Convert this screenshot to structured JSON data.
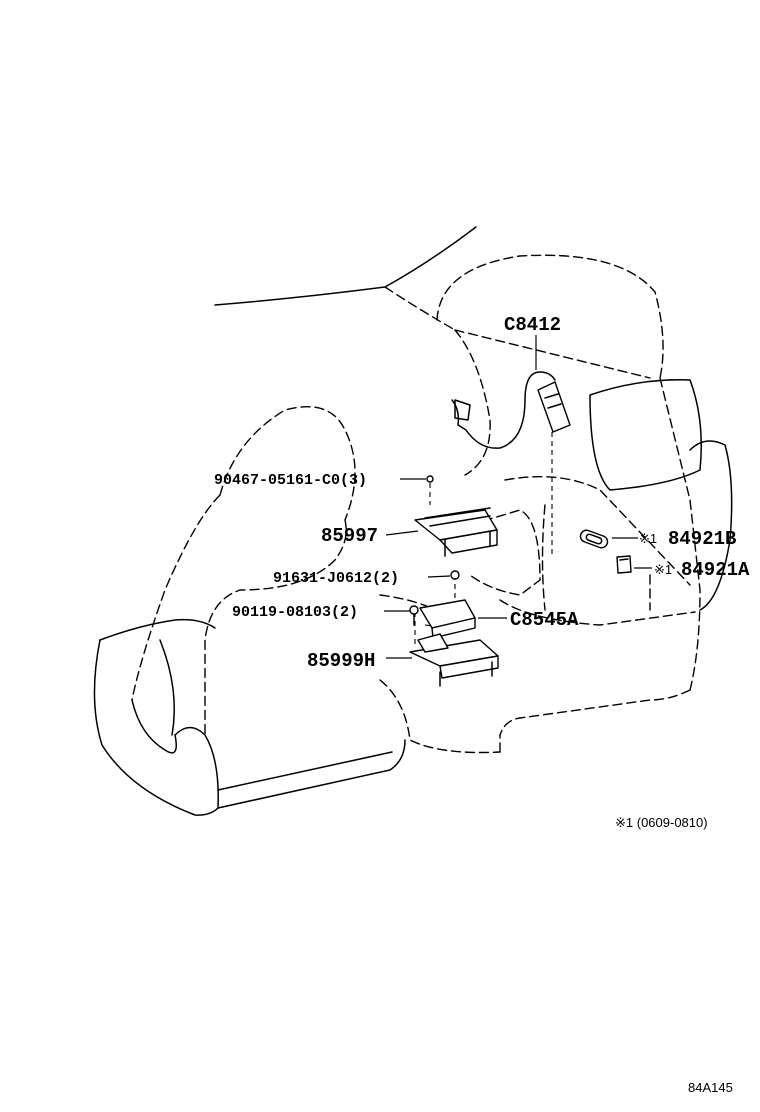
{
  "labels": {
    "c8412": "C8412",
    "bolt_90467": "90467-05161-C0(3)",
    "bracket_85997": "85997",
    "screw_91631": "91631-J0612(2)",
    "bolt_90119": "90119-08103(2)",
    "module_c8545a": "C8545A",
    "bracket_85999h": "85999H",
    "switch_84921b": "84921B",
    "switch_84921a": "84921A",
    "note_marker_b": "※1",
    "note_marker_a": "※1"
  },
  "note": "※1 (0609-0810)",
  "diagram_code": "84A145"
}
